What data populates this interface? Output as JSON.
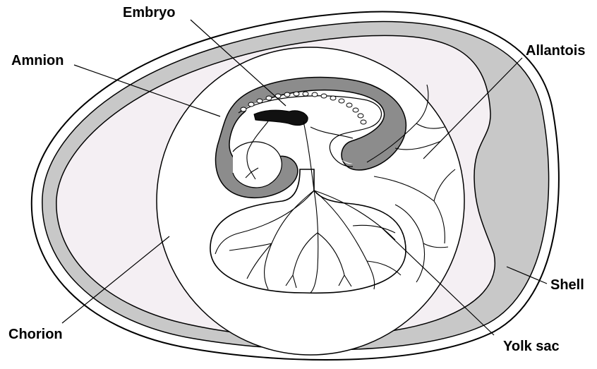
{
  "labels": {
    "embryo": "Embryo",
    "amnion": "Amnion",
    "allantois": "Allantois",
    "shell": "Shell",
    "chorion": "Chorion",
    "yolk_sac": "Yolk sac"
  },
  "colors": {
    "outline": "#000000",
    "membrane_gray": "#c8c8c8",
    "amnion_gray": "#8c8c8c",
    "albumen_tint": "#f4eff3",
    "background": "#ffffff"
  }
}
